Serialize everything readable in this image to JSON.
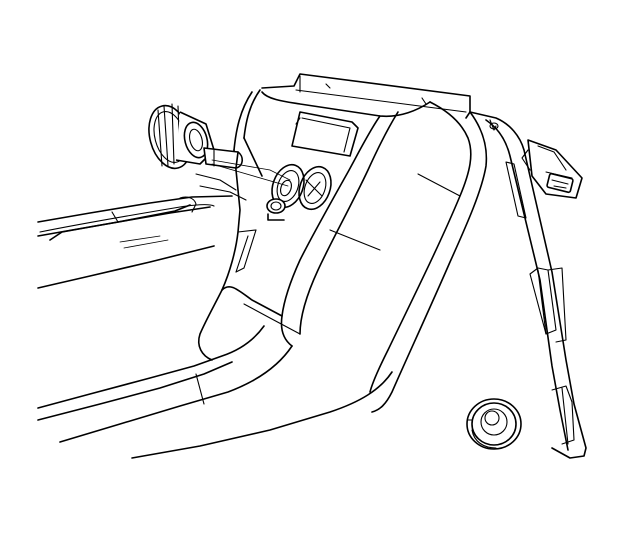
{
  "figure": {
    "type": "line-drawing",
    "background_color": "#ffffff",
    "line_color": "#000000"
  },
  "parts": [
    {
      "key": "console-panel",
      "icon": "console-bezel"
    },
    {
      "key": "power-outlet-cap",
      "icon": "outlet-cap"
    },
    {
      "key": "outlet-receptacles",
      "icon": "receptacle"
    },
    {
      "key": "wiring-connector",
      "icon": "electrical-connector"
    },
    {
      "key": "side-bracket",
      "icon": "mounting-bracket"
    },
    {
      "key": "grommet",
      "icon": "grommet"
    },
    {
      "key": "cupholder-trim",
      "icon": "trim-bezel"
    }
  ]
}
